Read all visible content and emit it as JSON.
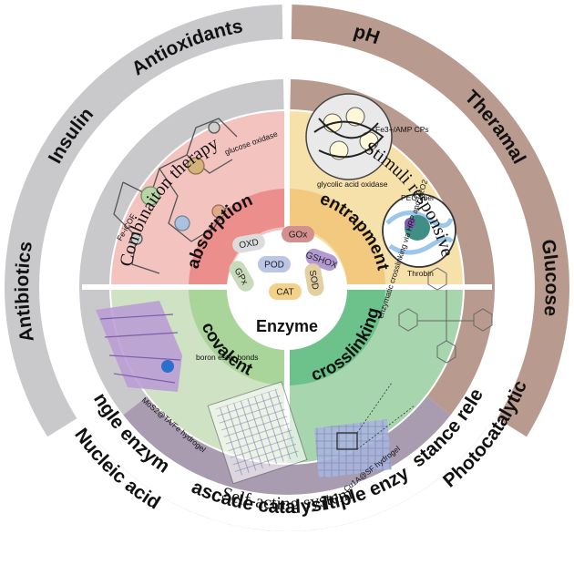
{
  "colors": {
    "gray_ring": "#c9c9cb",
    "brown_ring": "#b99a8e",
    "purple_ring": "#a99bb0",
    "q_tl": "#f3c3c0",
    "q_tr": "#f6e1ab",
    "q_bl": "#cfe2c4",
    "q_br": "#a7d5ae",
    "hub_tl": "#ec8f8c",
    "hub_tr": "#f2c97e",
    "hub_bl": "#a9d59a",
    "hub_br": "#6cc28a"
  },
  "outer_left": [
    "Antioxidants",
    "Insulin",
    "Antibiotics",
    "Nucleic acid"
  ],
  "outer_right": [
    "pH",
    "Theramal",
    "Glucose",
    "Photocatalytic"
  ],
  "outer_bottom": [
    "single enzyme",
    "cascade catalysis",
    "multiple enzymes",
    "substance release"
  ],
  "arcs": {
    "left": "Combinaiton therapy",
    "right": "Stimuli responsive",
    "bottom": "Self-acting system"
  },
  "methods": {
    "tl": "absorption",
    "tr": "entrapment",
    "bl": "covalent",
    "br": "crosslinking"
  },
  "annotations": {
    "glucose_oxidase": "glucose oxidase",
    "fe_icof": "Fe-iCOF",
    "fe_amp": "Fe3+/AMP CPs",
    "glycolic": "glycolic acid oxidase",
    "peo": "PEO fiber",
    "throbin": "Throbin",
    "boron": "boron ester bonds",
    "mos2": "MoS2@TA/Fe hydrogel",
    "enzymatic": "enzymatic crosslinking via HRP and H2O2",
    "cu1a": "Cu1A@SF hydrogel"
  },
  "center": {
    "title": "Enzyme",
    "enzymes": [
      "OXD",
      "GOx",
      "POD",
      "GSHOX",
      "GPx",
      "CAT",
      "SOD"
    ]
  }
}
